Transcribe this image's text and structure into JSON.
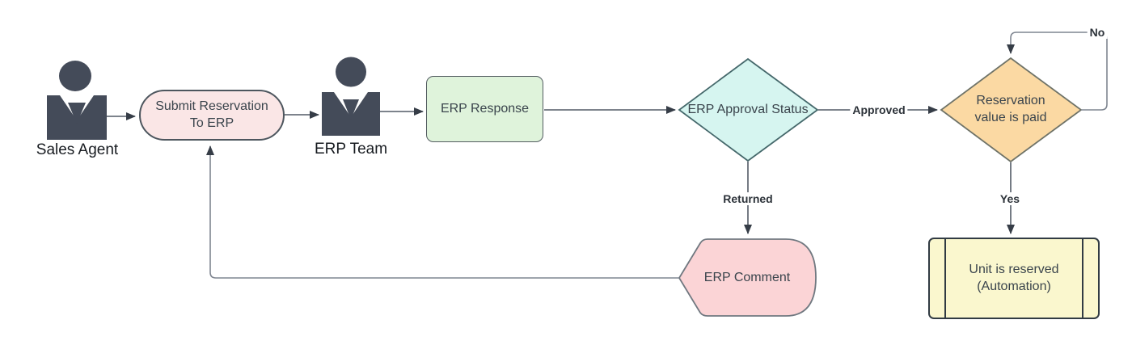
{
  "diagram": {
    "background": "#ffffff",
    "actors": {
      "sales_agent": {
        "label": "Sales Agent",
        "color": "#444b59"
      },
      "erp_team": {
        "label": "ERP Team",
        "color": "#444b59"
      }
    },
    "nodes": {
      "submit_reservation": {
        "label": "Submit Reservation To ERP",
        "fill": "#fae6e6",
        "stroke": "#4d565e"
      },
      "erp_response": {
        "label": "ERP Response",
        "fill": "#dff3db",
        "stroke": "#535d61"
      },
      "erp_approval_status": {
        "label": "ERP Approval Status",
        "fill": "#d6f5f0",
        "stroke": "#45686b"
      },
      "reservation_value_paid": {
        "label": "Reservation value is paid",
        "fill": "#fbd9a3",
        "stroke": "#6f7368"
      },
      "erp_comment": {
        "label": "ERP Comment",
        "fill": "#fbd4d6",
        "stroke": "#707880"
      },
      "unit_reserved": {
        "label": "Unit is reserved (Automation)",
        "fill": "#faf7ce",
        "stroke": "#313b43"
      }
    },
    "edge_labels": {
      "approved": "Approved",
      "returned": "Returned",
      "yes": "Yes",
      "no": "No"
    },
    "edge_colors": {
      "main": "#525a66",
      "loop": "#7e8590",
      "arrowhead": "#363d47"
    }
  }
}
